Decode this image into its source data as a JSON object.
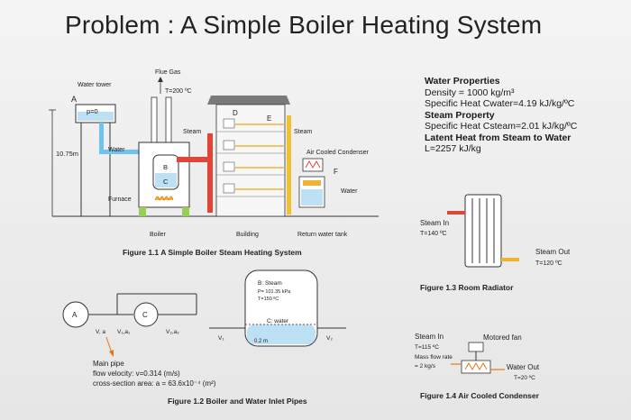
{
  "title": "Problem : A Simple Boiler Heating System",
  "fig11": {
    "flue_gas": "Flue Gas",
    "flue_temp": "T=200 ºC",
    "water_tower": "Water tower",
    "label_a": "A",
    "pressure": "p=0",
    "height": "10.75m",
    "water": "Water",
    "furnace": "Furnace",
    "label_b": "B",
    "label_c": "C",
    "steam_left": "Steam",
    "steam_right": "Steam",
    "label_d": "D",
    "label_e": "E",
    "condenser": "Air Cooled Condenser",
    "label_f": "F",
    "water_right": "Water",
    "boiler": "Boiler",
    "building": "Building",
    "return_tank": "Return water tank",
    "caption": "Figure 1.1 A Simple Boiler Steam Heating System"
  },
  "props": {
    "water_props": "Water Properties",
    "density": "Density = 1000 kg/m³",
    "spec_heat_water": "Specific Heat Cwater=4.19 kJ/kg/ºC",
    "steam_prop": "Steam Property",
    "spec_heat_steam": "Specific Heat Csteam=2.01 kJ/kg/ºC",
    "latent": "Latent Heat from Steam to Water",
    "latent_val": "L=2257 kJ/kg"
  },
  "fig12": {
    "label_a": "A",
    "label_c": "C",
    "v1": "V, a",
    "v1b": "V₁,a₁",
    "v2": "V₂,a₂",
    "vv1": "V₁",
    "vv2": "V₂",
    "b_steam": "B: Steam",
    "b_p": "P= 101.35 kPa",
    "b_t": "T=150 ºC",
    "c_water": "C: water",
    "c_h": "0.2 m",
    "main_pipe": "Main pipe",
    "flow_velocity": "flow velocity: v=0.314 (m/s)",
    "cross_section": "cross-section area: a = 63.6x10⁻⁴ (m²)",
    "caption": "Figure 1.2 Boiler and Water Inlet Pipes"
  },
  "fig13": {
    "steam_in": "Steam In",
    "steam_in_t": "T=140 ºC",
    "steam_out": "Steam Out",
    "steam_out_t": "T=120 ºC",
    "caption": "Figure 1.3 Room Radiator"
  },
  "fig14": {
    "steam_in": "Steam In",
    "steam_in_t": "T=115 ºC",
    "mass_flow": "Mass flow rate",
    "mass_flow_v": "= 2 kg/s",
    "motored_fan": "Motored fan",
    "water_out": "Water Out",
    "water_out_t": "T=20 ºC",
    "caption": "Figure 1.4 Air Cooled Condenser"
  }
}
